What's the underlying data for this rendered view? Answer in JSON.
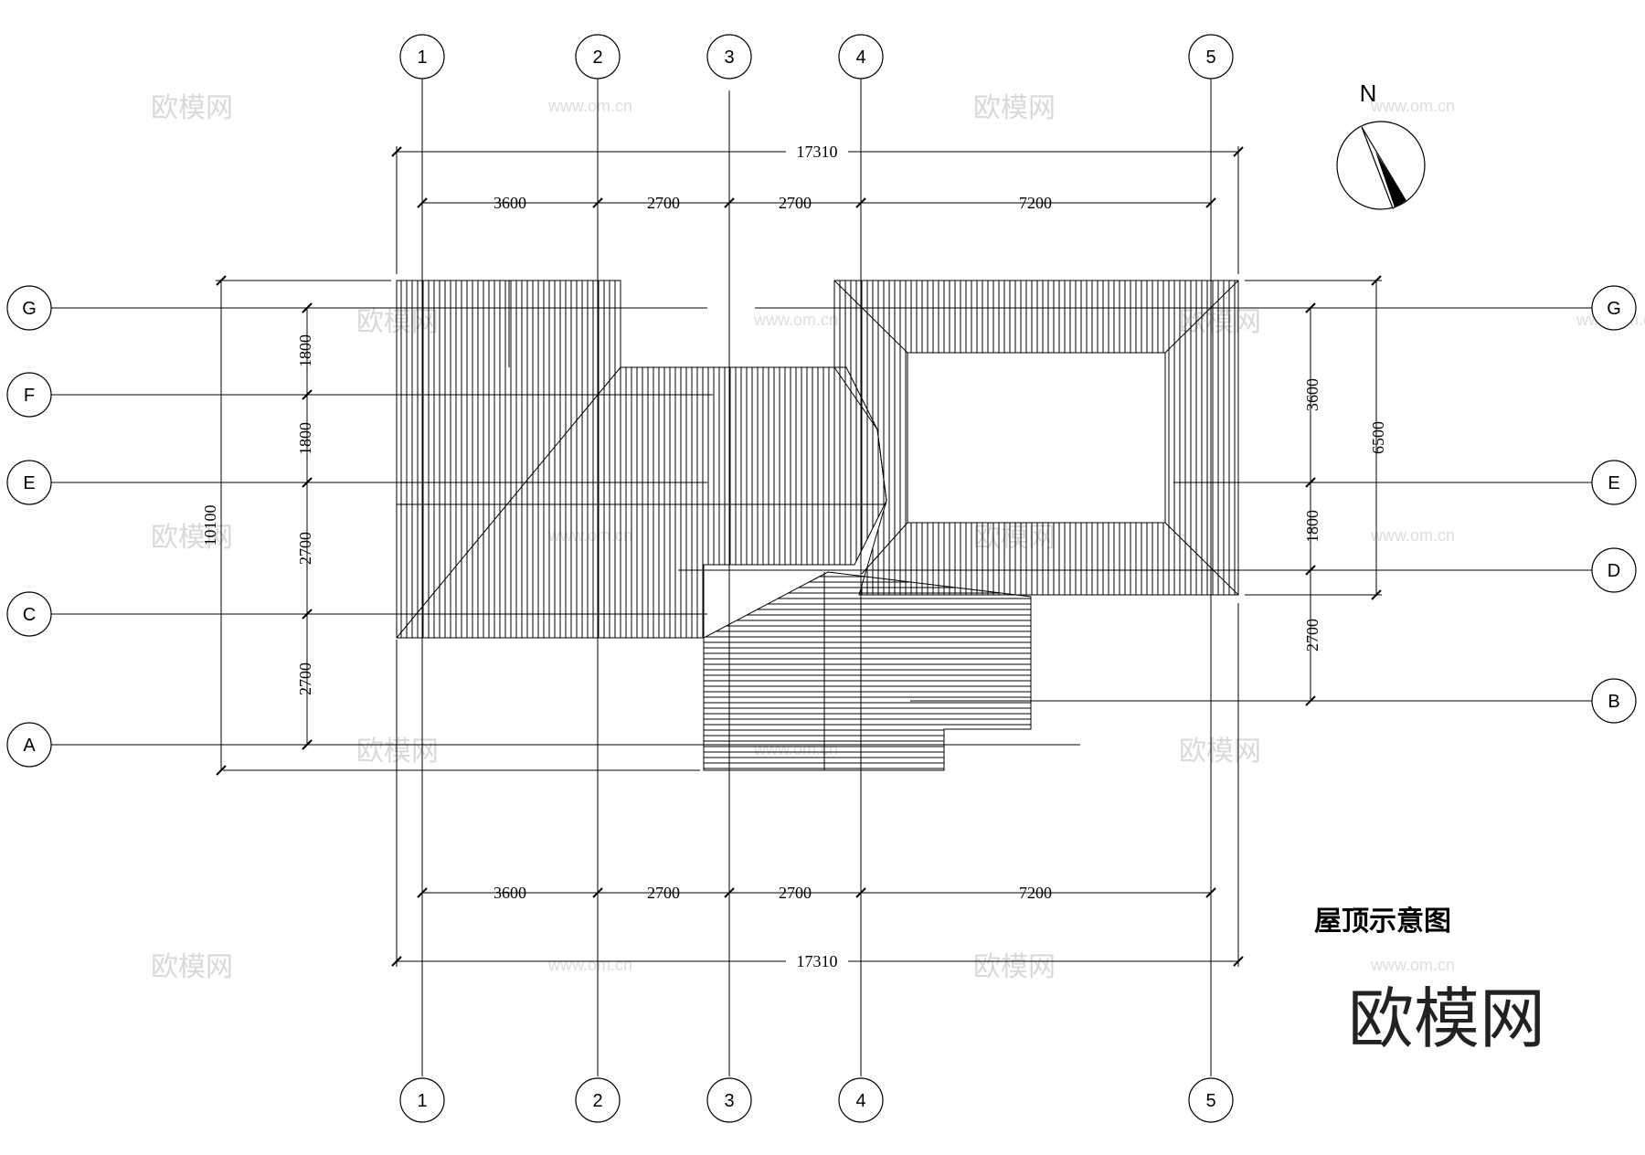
{
  "drawing": {
    "title": "屋顶示意图",
    "north_label": "N",
    "logo": "欧模网"
  },
  "axes": {
    "columns": [
      "1",
      "2",
      "3",
      "4",
      "5"
    ],
    "rows_left": [
      "G",
      "F",
      "E",
      "C",
      "A"
    ],
    "rows_right": [
      "G",
      "E",
      "D",
      "B"
    ]
  },
  "dimensions": {
    "overall_width": "17310",
    "top_spans": [
      "3600",
      "2700",
      "2700",
      "7200"
    ],
    "bottom_spans": [
      "3600",
      "2700",
      "2700",
      "7200"
    ],
    "left_overall": "10100",
    "left_spans": [
      "1800",
      "1800",
      "2700",
      "2700"
    ],
    "right_overall": "6500",
    "right_spans": [
      "3600",
      "1800",
      "2700"
    ]
  },
  "watermarks": {
    "brand": "欧模网",
    "url": "www.om.cn"
  }
}
